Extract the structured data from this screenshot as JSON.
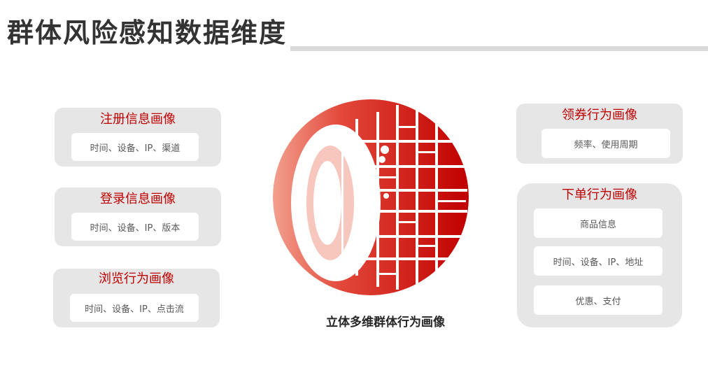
{
  "header": {
    "title": "群体风险感知数据维度"
  },
  "left_cards": [
    {
      "title": "注册信息画像",
      "items": [
        "时间、设备、IP、渠道"
      ]
    },
    {
      "title": "登录信息画像",
      "items": [
        "时间、设备、IP、版本"
      ]
    },
    {
      "title": "浏览行为画像",
      "items": [
        "时间、设备、IP、点击流"
      ]
    }
  ],
  "right_cards": [
    {
      "title": "领券行为画像",
      "items": [
        "频率、使用周期"
      ]
    },
    {
      "title": "下单行为画像",
      "items": [
        "商品信息",
        "时间、设备、IP、地址",
        "优惠、支付"
      ]
    }
  ],
  "center": {
    "caption": "立体多维群体行为画像"
  },
  "colors": {
    "accent": "#c00000",
    "card_bg": "#e6e6e6",
    "globe_dark": "#c00000",
    "globe_light": "#f08070"
  }
}
